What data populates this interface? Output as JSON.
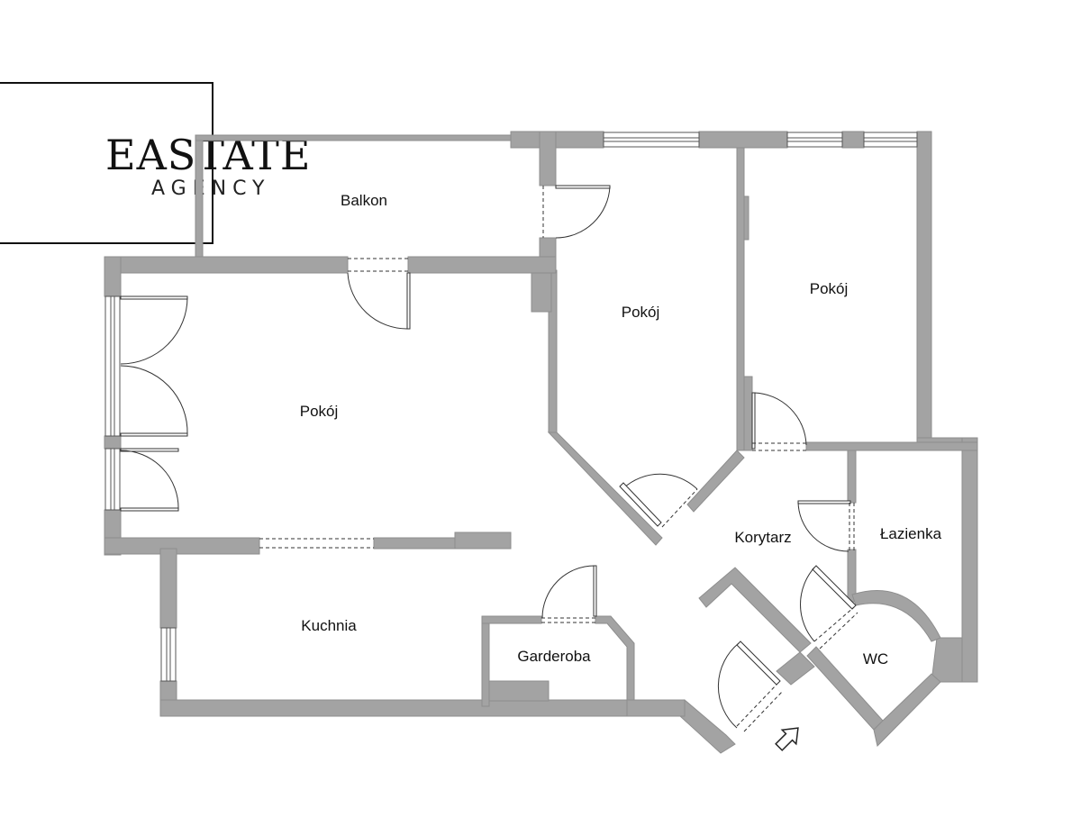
{
  "logo": {
    "title": "EASTATE",
    "subtitle": "AGENCY"
  },
  "rooms": {
    "balkon": "Balkon",
    "pokoj_left": "Pokój",
    "pokoj_middle": "Pokój",
    "pokoj_right": "Pokój",
    "korytarz": "Korytarz",
    "lazienka": "Łazienka",
    "kuchnia": "Kuchnia",
    "garderoba": "Garderoba",
    "wc": "WC"
  },
  "icons": {
    "entrance": "entrance-arrow-icon"
  },
  "colors": {
    "wall": "#a3a3a3",
    "wall_stroke": "#8e8e8e",
    "door_line": "#333333",
    "background": "#ffffff",
    "text": "#111111"
  }
}
